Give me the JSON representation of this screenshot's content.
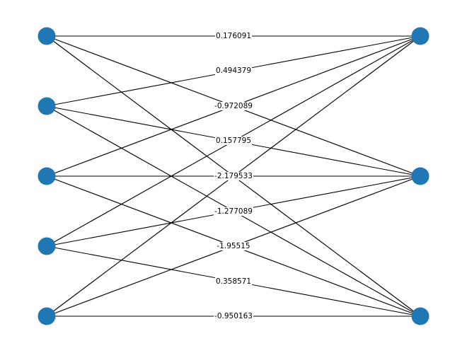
{
  "diagram": {
    "type": "bipartite-graph",
    "node_color": "#1f77b4",
    "edge_color": "#000000",
    "label_background": "#ffffff",
    "left_nodes": [
      0,
      1,
      2,
      3,
      4
    ],
    "right_nodes": [
      0,
      1,
      2
    ],
    "edges": [
      {
        "from": 0,
        "to": 0,
        "label": "0.176091"
      },
      {
        "from": 0,
        "to": 1,
        "label": ""
      },
      {
        "from": 0,
        "to": 2,
        "label": ""
      },
      {
        "from": 1,
        "to": 0,
        "label": "0.494379"
      },
      {
        "from": 1,
        "to": 1,
        "label": ""
      },
      {
        "from": 1,
        "to": 2,
        "label": ""
      },
      {
        "from": 2,
        "to": 0,
        "label": ""
      },
      {
        "from": 2,
        "to": 1,
        "label": ""
      },
      {
        "from": 2,
        "to": 2,
        "label": ""
      },
      {
        "from": 3,
        "to": 0,
        "label": ""
      },
      {
        "from": 3,
        "to": 1,
        "label": ""
      },
      {
        "from": 3,
        "to": 2,
        "label": ""
      },
      {
        "from": 4,
        "to": 0,
        "label": ""
      },
      {
        "from": 4,
        "to": 1,
        "label": ""
      },
      {
        "from": 4,
        "to": 2,
        "label": "-0.950163"
      }
    ],
    "labels": [
      {
        "text": "0.176091"
      },
      {
        "text": "0.494379"
      },
      {
        "text": "-0.972089"
      },
      {
        "text": "0.157795"
      },
      {
        "text": "-2.179533"
      },
      {
        "text": "-1.277089"
      },
      {
        "text": "-1.95515"
      },
      {
        "text": "0.358571"
      },
      {
        "text": "-0.950163"
      }
    ]
  }
}
